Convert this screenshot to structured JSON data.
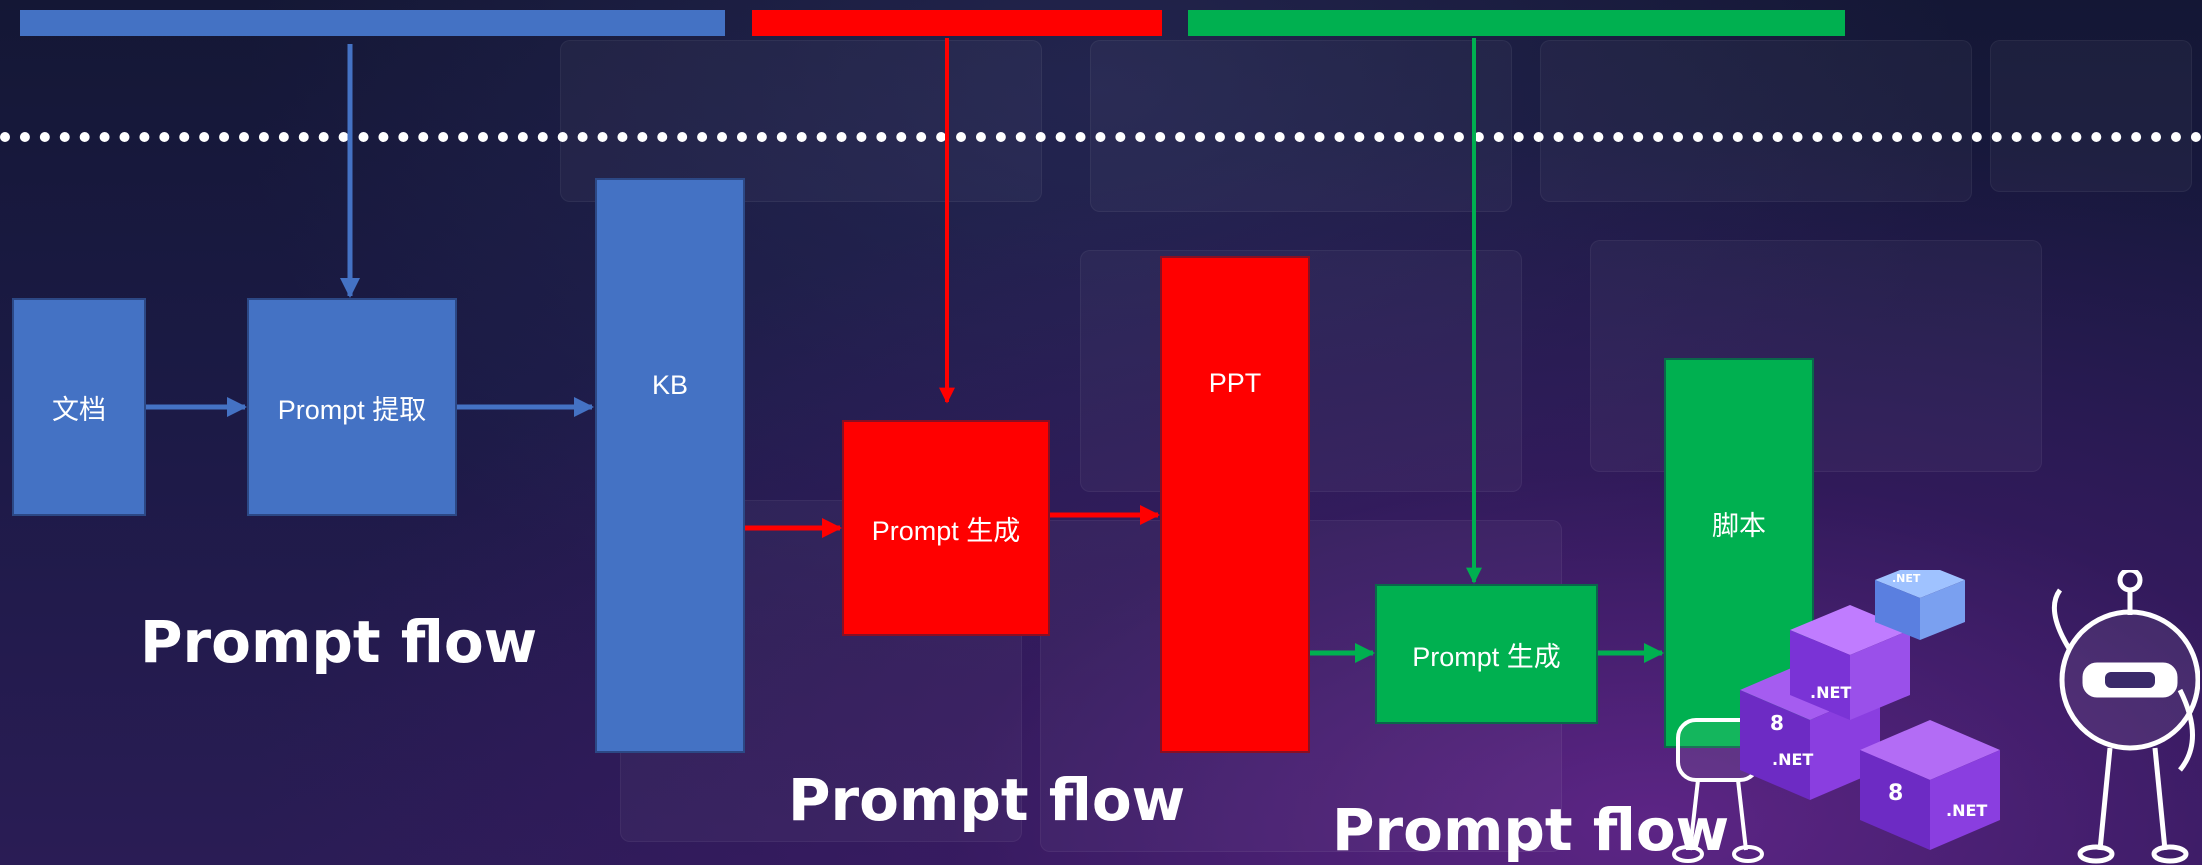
{
  "colors": {
    "blue": "#4472c4",
    "red": "#ff0000",
    "green": "#00b050",
    "divider": "#ffffff"
  },
  "nodes": {
    "doc": "文档",
    "prompt_extract": "Prompt 提取",
    "kb": "KB",
    "prompt_gen_1": "Prompt 生成",
    "ppt": "PPT",
    "prompt_gen_2": "Prompt 生成",
    "script": "脚本"
  },
  "flow_labels": [
    "Prompt flow",
    "Prompt flow",
    "Prompt flow"
  ],
  "decor": {
    "badges": [
      ".NET",
      ".NET",
      ".NET",
      ".NET",
      "8",
      "8"
    ]
  }
}
